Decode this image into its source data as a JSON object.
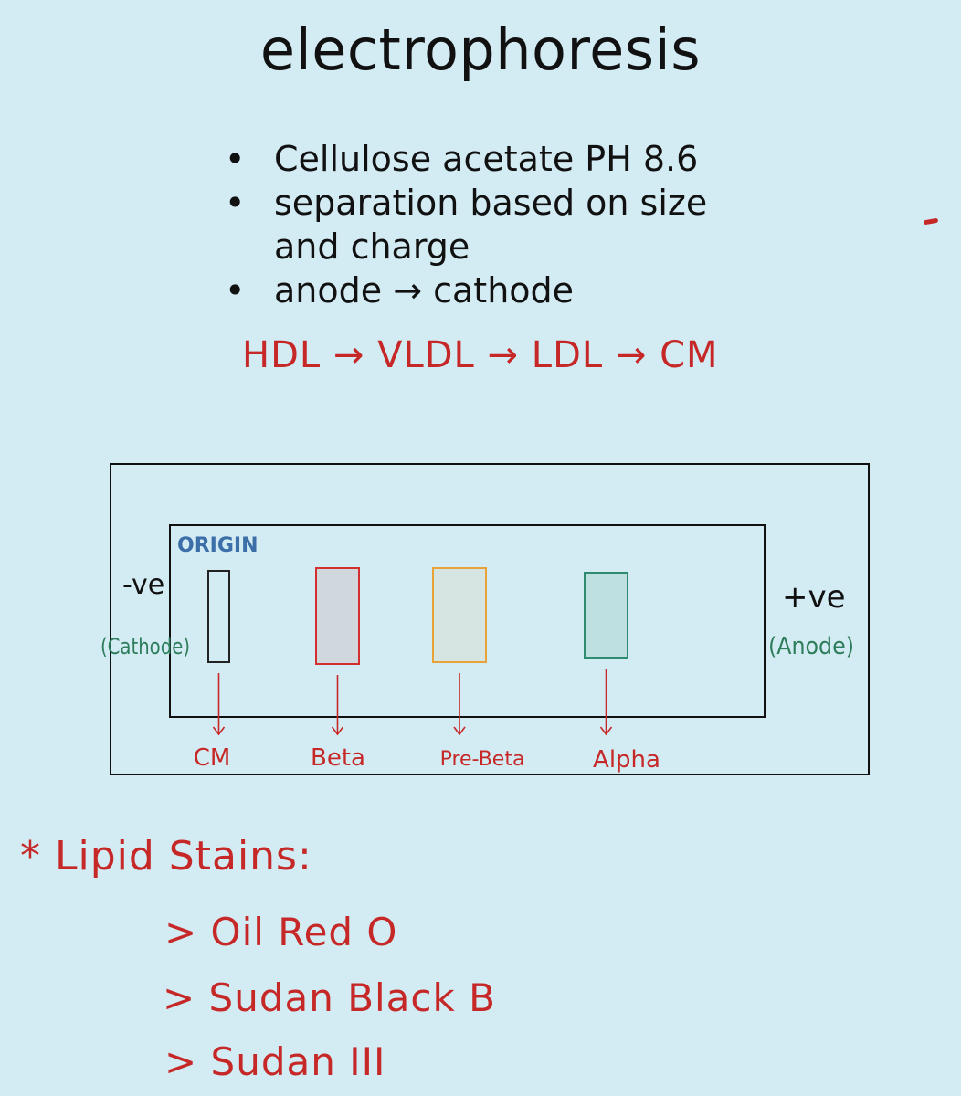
{
  "title": "electrophoresis",
  "bullets": [
    "Cellulose acetate PH 8.6",
    "separation based on size and charge",
    "anode → cathode"
  ],
  "migration_order": "HDL → VLDL → LDL → CM",
  "diagram": {
    "origin_label": "ORIGIN",
    "cathode_sign": "-ve",
    "cathode_label": "(Cathode)",
    "anode_sign": "+ve",
    "anode_label": "(Anode)",
    "bands": [
      {
        "label": "CM",
        "stroke": "#222222",
        "fill": "none"
      },
      {
        "label": "Beta",
        "stroke": "#d32f2f",
        "fill": "#d0d8de"
      },
      {
        "label": "Pre-Beta",
        "stroke": "#e8a23a",
        "fill": "#d6e4e2"
      },
      {
        "label": "Alpha",
        "stroke": "#2e8b6f",
        "fill": "#bfe0e0"
      }
    ]
  },
  "stains": {
    "heading": "* Lipid Stains:",
    "items": [
      "> Oil Red O",
      "> Sudan Black B",
      "> Sudan III"
    ]
  },
  "colors": {
    "background": "#d3ebf3",
    "red_ink": "#c62828",
    "green_ink": "#2e7d5b",
    "blue_ink": "#3c6ea8"
  }
}
